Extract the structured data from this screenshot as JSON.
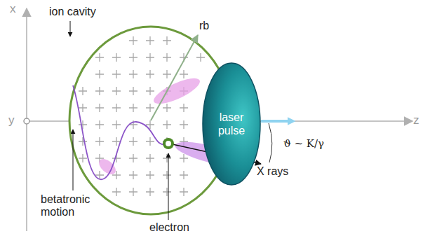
{
  "diagram": {
    "nodes": [
      {
        "text": [
          "laser pulse"
        ]
      }
    ],
    "labels": [
      "x",
      "y",
      "z",
      "ion cavity",
      "rb",
      "betatronic motion",
      "electron",
      "X rays",
      "ϑ ~ K/γ"
    ]
  }
}
